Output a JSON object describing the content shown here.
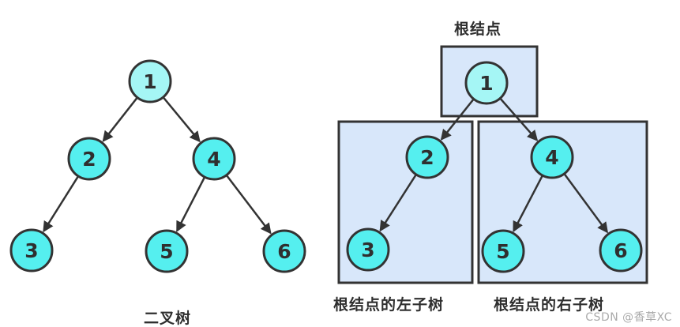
{
  "figure": {
    "left_tree": {
      "caption": "二叉树",
      "nodes": {
        "n1": "1",
        "n2": "2",
        "n3": "3",
        "n4": "4",
        "n5": "5",
        "n6": "6"
      }
    },
    "right_tree": {
      "root_box_label": "根结点",
      "left_box_label": "根结点的左子树",
      "right_box_label": "根结点的右子树",
      "nodes": {
        "n1": "1",
        "n2": "2",
        "n3": "3",
        "n4": "4",
        "n5": "5",
        "n6": "6"
      }
    },
    "edges": [
      {
        "from": "1",
        "to": "2"
      },
      {
        "from": "1",
        "to": "4"
      },
      {
        "from": "2",
        "to": "3"
      },
      {
        "from": "4",
        "to": "5"
      },
      {
        "from": "4",
        "to": "6"
      }
    ],
    "colors": {
      "root_node_fill": "#a5f6f5",
      "node_fill": "#55efef",
      "outline": "#333333",
      "region_box_fill": "#d8e7fa",
      "label_color": "#2f2f2f",
      "watermark_color": "#ababab"
    }
  },
  "watermark": "CSDN @香草XC"
}
